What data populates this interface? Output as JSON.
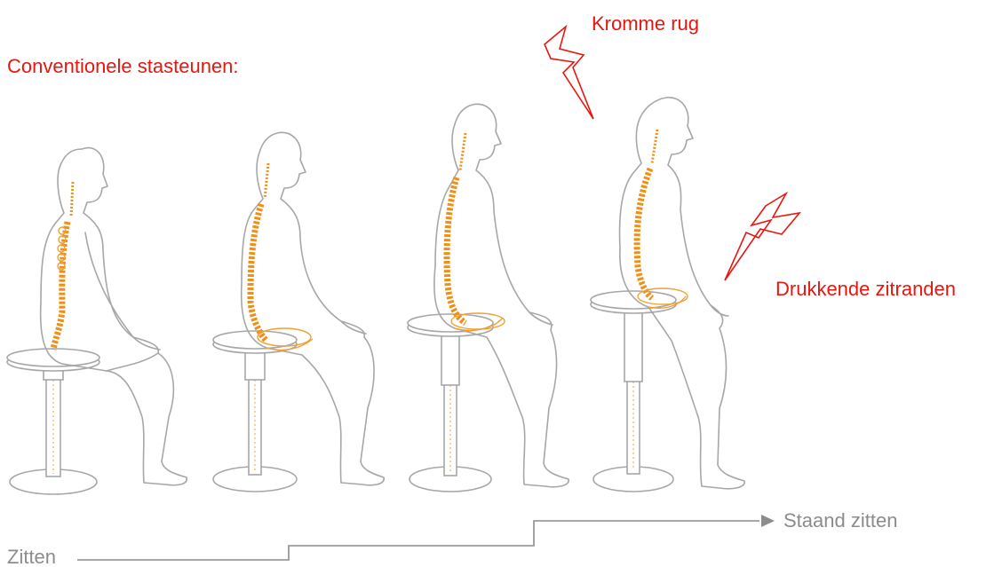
{
  "title": "Conventionele stasteunen:",
  "annotations": {
    "back": "Kromme rug",
    "seat_edges": "Drukkende zitranden"
  },
  "scale": {
    "start": "Zitten",
    "end": "Staand zitten"
  },
  "colors": {
    "warning": "#e8160f",
    "spine": "#ef8f16",
    "outline": "#a7a7a7",
    "scale": "#8c8c8c"
  },
  "icons": [
    "lightning-bolt-icon",
    "lightning-bolt-icon",
    "arrow-right-icon"
  ]
}
